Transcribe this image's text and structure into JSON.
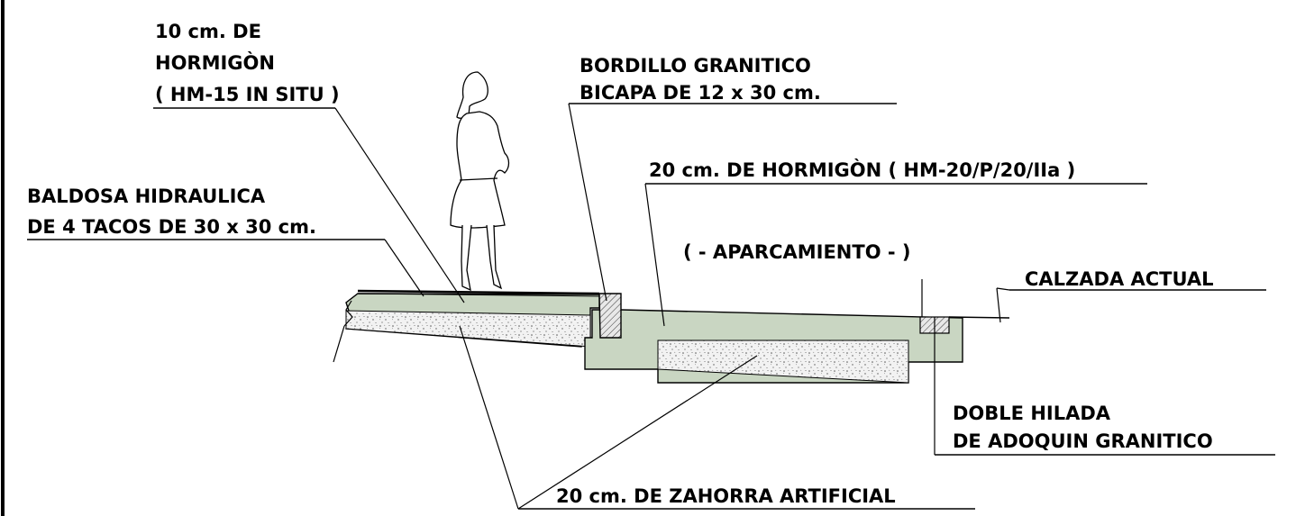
{
  "labels": {
    "hormigon_10": [
      "10 cm. DE",
      "HORMIGÒN",
      "( HM-15 IN SITU )"
    ],
    "bordillo": [
      "BORDILLO GRANITICO",
      "BICAPA DE 12 x 30 cm."
    ],
    "hormigon_20": "20 cm. DE HORMIGÒN ( HM-20/P/20/IIa )",
    "baldosa": [
      "BALDOSA HIDRAULICA",
      "DE 4 TACOS DE 30 x 30 cm."
    ],
    "aparcamiento": "( - APARCAMIENTO - )",
    "calzada": "CALZADA ACTUAL",
    "doble_hilada": [
      "DOBLE HILADA",
      "DE ADOQUIN GRANITICO"
    ],
    "zahorra": "20 cm. DE ZAHORRA ARTIFICIAL"
  },
  "colors": {
    "concrete": "#c9d6c2",
    "gravel": "#f2f2f2",
    "line": "#000000"
  }
}
